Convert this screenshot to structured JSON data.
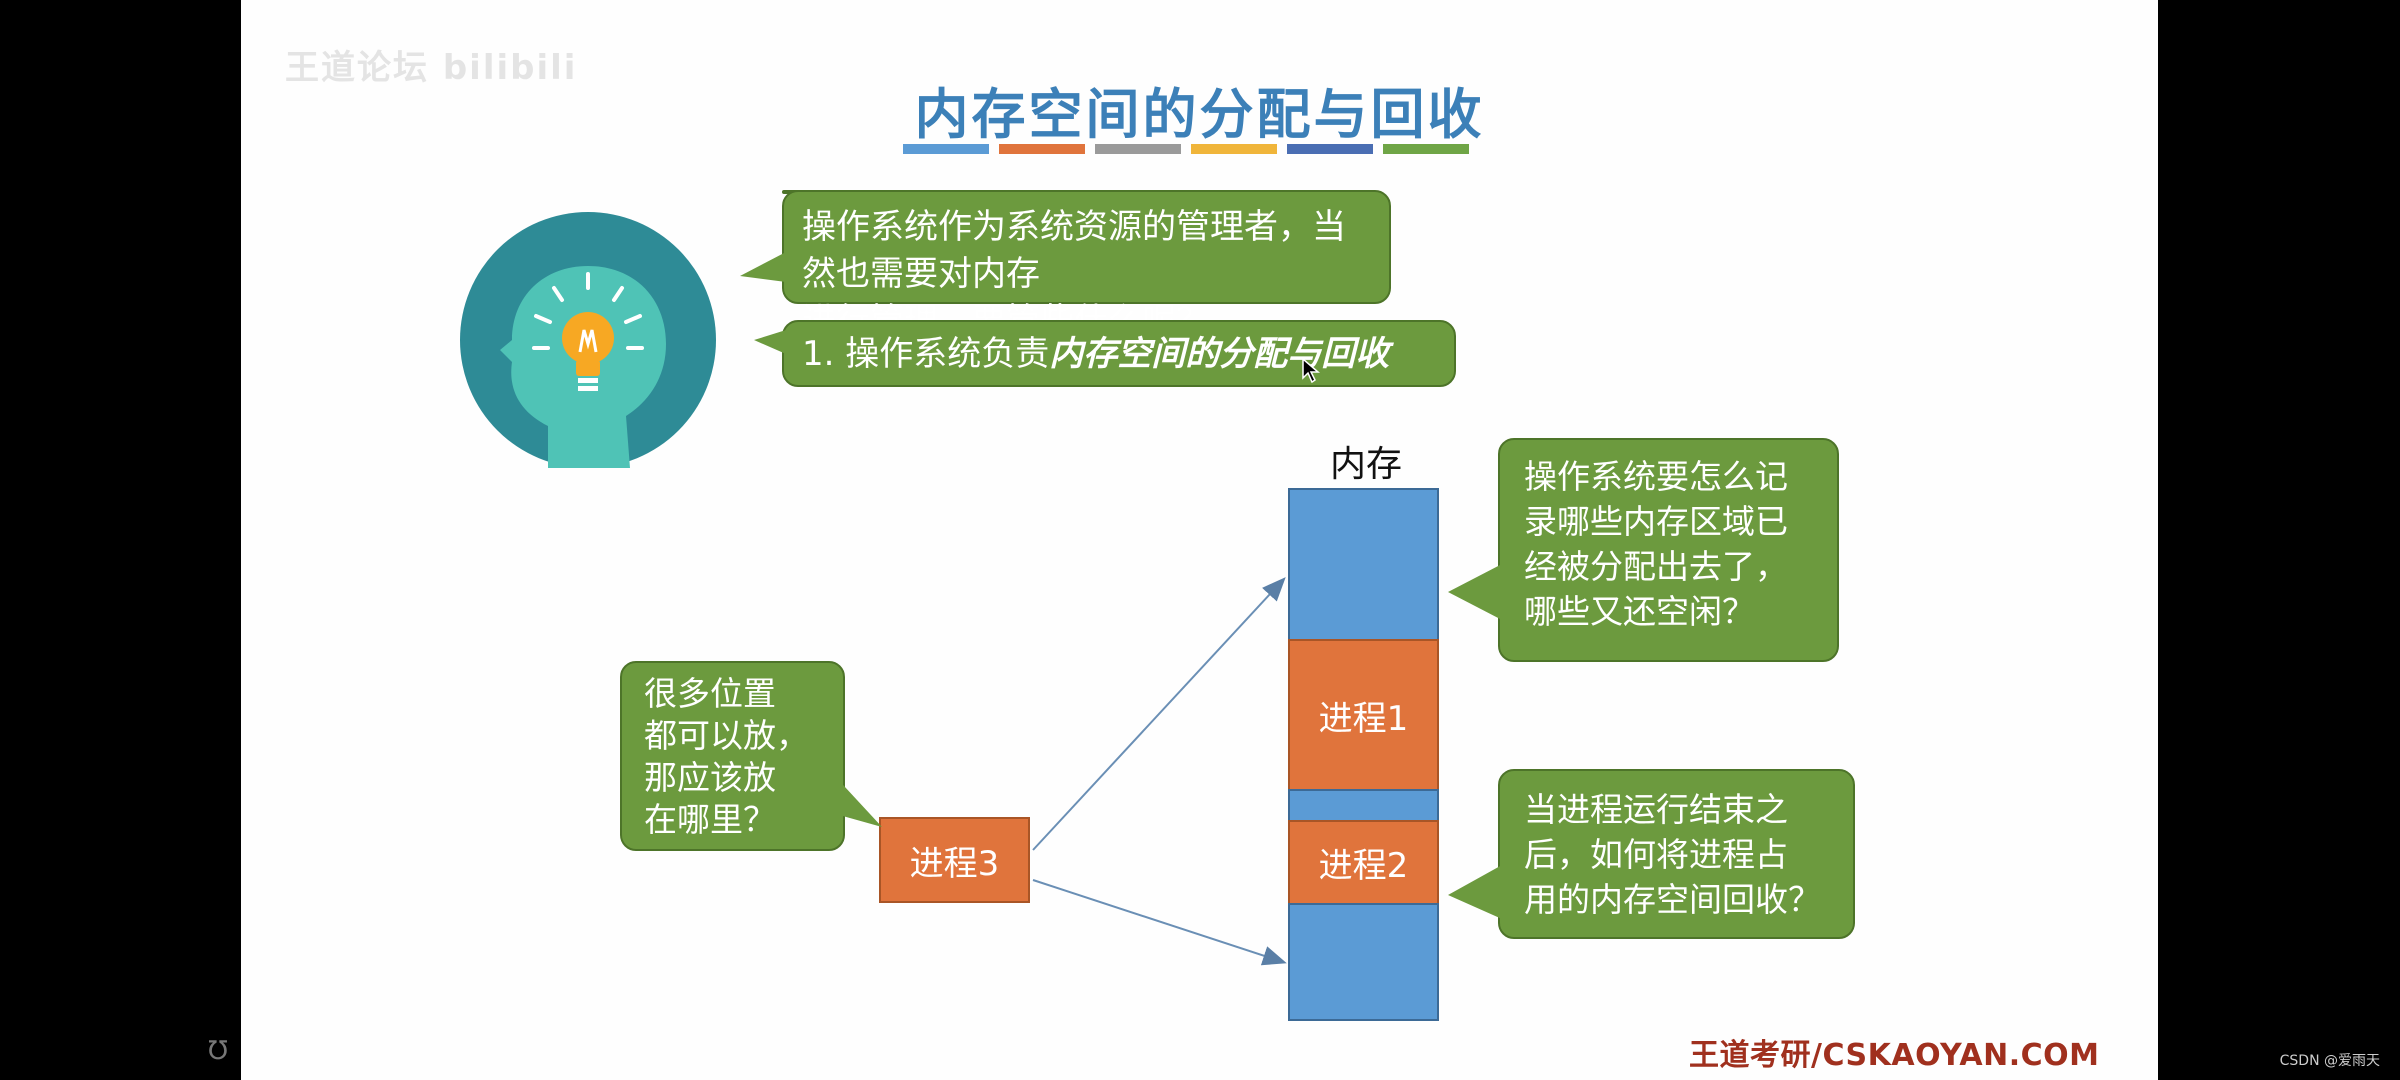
{
  "slide": {
    "watermark": "王道论坛 bilibili",
    "title": "内存空间的分配与回收",
    "title_bar_colors": [
      "#5b9bd5",
      "#e0743c",
      "#9a9a9a",
      "#f0b53a",
      "#4a6eb3",
      "#6fa546"
    ]
  },
  "bubbles": {
    "question_line1": "操作系统作为系统资源的管理者，当然也需要对内存",
    "question_line2": "进行管理，要管些什么呢？",
    "answer_prefix": "1. 操作系统负责",
    "answer_emphasis": "内存空间的分配与回收",
    "record_lines": [
      "操作系统要怎么记",
      "录哪些内存区域已",
      "经被分配出去了，",
      "哪些又还空闲？"
    ],
    "where_lines": [
      "很多位置",
      "都可以放，",
      "那应该放",
      "在哪里？"
    ],
    "reclaim_lines": [
      "当进程运行结束之",
      "后，如何将进程占",
      "用的内存空间回收？"
    ]
  },
  "memory": {
    "label": "内存",
    "process1": "进程1",
    "process2": "进程2",
    "process3": "进程3",
    "free_color": "#5b9bd5",
    "used_color": "#e0743c"
  },
  "footer": {
    "brand": "王道考研/CSKAOYAN.COM",
    "corner": "CSDN @爱雨天",
    "left_icon": "headphones-icon"
  },
  "colors": {
    "bubble_green": "#6c9a3e",
    "title_blue": "#3c80b8",
    "brand_red": "#a0301e"
  }
}
